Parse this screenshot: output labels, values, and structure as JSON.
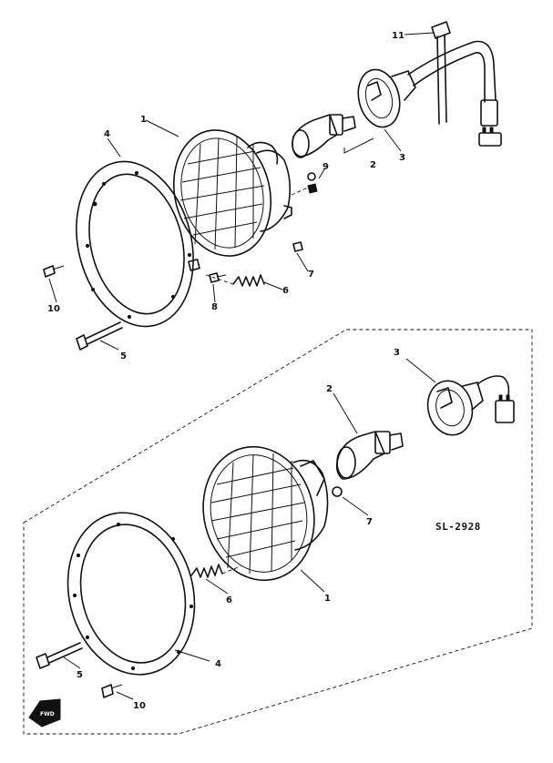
{
  "drawing_code": "SL-2928",
  "arrow_label": "FWD",
  "callouts": {
    "top": {
      "lens": "1",
      "bulb": "2",
      "socket": "3",
      "rim": "4",
      "bolt": "5",
      "spring": "6",
      "nut": "7",
      "screw_8": "8",
      "screw_9": "9",
      "screw_10": "10",
      "band": "11"
    },
    "bottom": {
      "lens": "1",
      "bulb": "2",
      "socket": "3",
      "rim": "4",
      "bolt": "5",
      "spring": "6",
      "nut": "7",
      "screw_10": "10"
    }
  }
}
